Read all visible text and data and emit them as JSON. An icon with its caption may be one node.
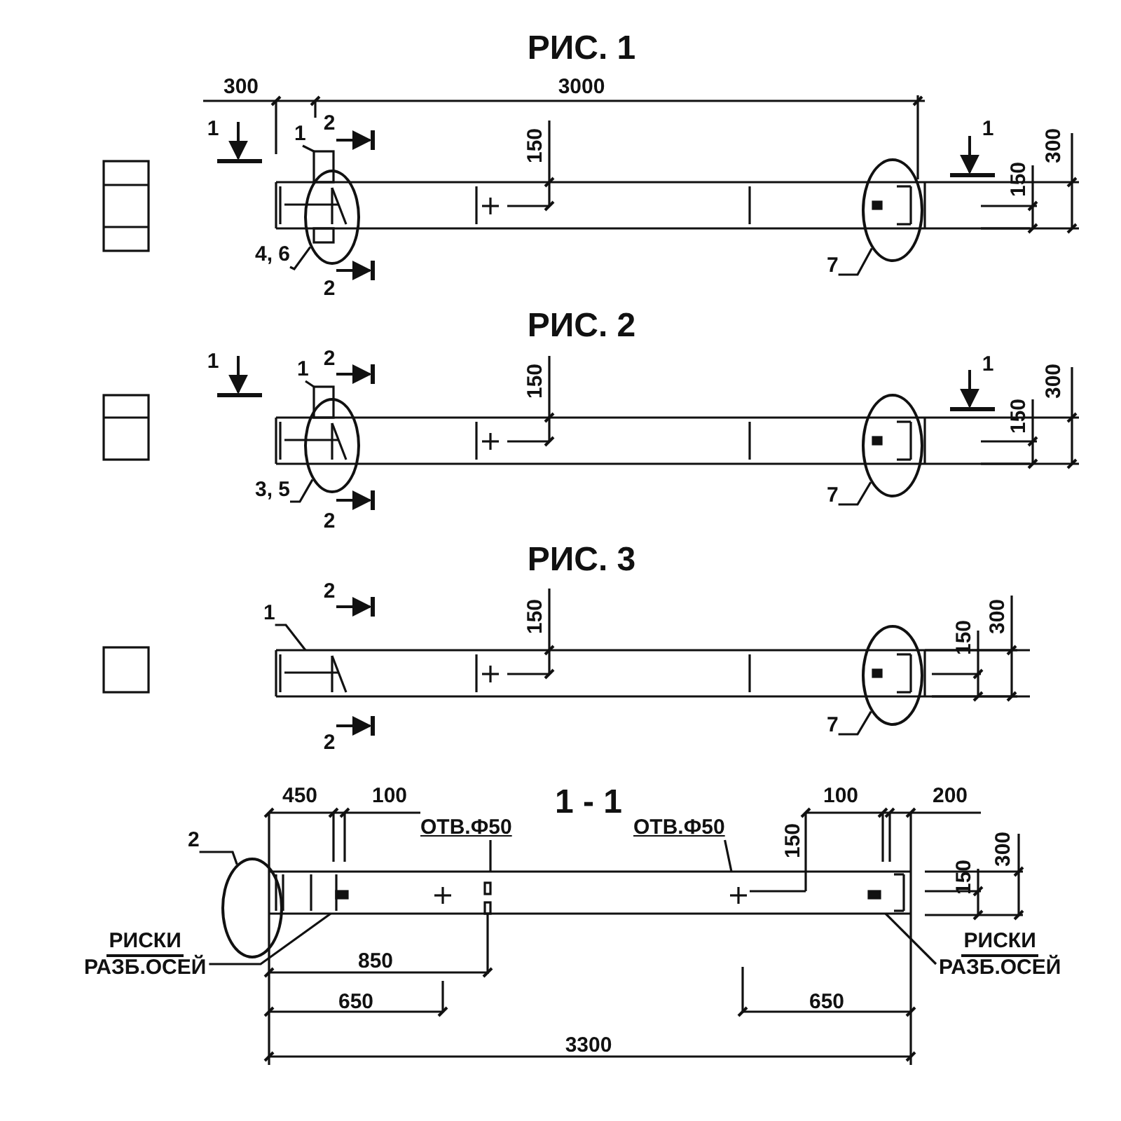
{
  "diagram": {
    "nodes": [
      {
        "text": [
          "1"
        ]
      },
      {
        "text": [],
        "shape": "circle"
      },
      {
        "text": [
          "4, 6"
        ]
      },
      {
        "text": [],
        "shape": "circle"
      },
      {
        "text": [
          "7"
        ]
      },
      {
        "text": [
          "1"
        ]
      },
      {
        "text": [],
        "shape": "circle"
      },
      {
        "text": [
          "3, 5"
        ]
      },
      {
        "text": [],
        "shape": "circle"
      },
      {
        "text": [
          "7"
        ]
      },
      {
        "text": [
          "1"
        ]
      },
      {
        "text": [],
        "shape": "circle"
      },
      {
        "text": [
          "7"
        ]
      },
      {
        "text": [],
        "shape": "circle"
      },
      {
        "text": [
          "2"
        ]
      },
      {
        "text": [
          "ОТВ.Ф50"
        ]
      },
      {
        "text": [
          "ОТВ.Ф50"
        ]
      },
      {
        "text": [
          "РИСКИ",
          "РАЗБ.ОСЕЙ"
        ]
      },
      {
        "text": [
          "РИСКИ",
          "РАЗБ.ОСЕЙ"
        ]
      },
      {
        "text": [],
        "shape": "bar"
      },
      {
        "text": [],
        "shape": "bar"
      },
      {
        "text": [],
        "shape": "bar"
      },
      {
        "text": [],
        "shape": "bar"
      }
    ],
    "edges": [
      {
        "from": 0,
        "to": 19,
        "arrow": "none"
      },
      {
        "from": 2,
        "to": 1,
        "arrow": "none"
      },
      {
        "from": 4,
        "to": 3,
        "arrow": "none"
      },
      {
        "from": 5,
        "to": 20,
        "arrow": "none"
      },
      {
        "from": 7,
        "to": 6,
        "arrow": "none"
      },
      {
        "from": 9,
        "to": 8,
        "arrow": "none"
      },
      {
        "from": 10,
        "to": 21,
        "arrow": "none"
      },
      {
        "from": 12,
        "to": 11,
        "arrow": "none"
      },
      {
        "from": 14,
        "to": 13,
        "arrow": "none"
      },
      {
        "from": 15,
        "to": 22,
        "arrow": "none"
      },
      {
        "from": 16,
        "to": 22,
        "arrow": "none"
      },
      {
        "from": 17,
        "to": 22,
        "arrow": "none"
      },
      {
        "from": 18,
        "to": 22,
        "arrow": "none"
      }
    ],
    "labels": [
      "РИС. 1",
      "300",
      "3000",
      "1",
      "2",
      "150",
      "1",
      "150",
      "300",
      "2",
      "РИС. 2",
      "1",
      "2",
      "150",
      "1",
      "150",
      "300",
      "2",
      "РИС. 3",
      "2",
      "150",
      "150",
      "300",
      "2",
      "1 - 1",
      "450",
      "100",
      "100",
      "200",
      "150",
      "300",
      "150",
      "850",
      "650",
      "650",
      "3300"
    ]
  }
}
